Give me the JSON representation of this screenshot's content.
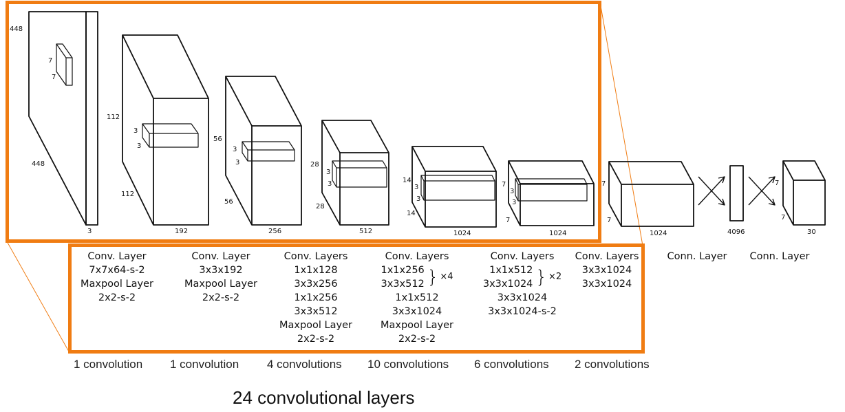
{
  "colors": {
    "highlight": "#f07c12",
    "stroke": "#111111"
  },
  "volumes": {
    "input": {
      "height": "448",
      "width": "448",
      "depth": "3",
      "kernel_h": "7",
      "kernel_w": "7"
    },
    "b1": {
      "height": "112",
      "width": "112",
      "depth": "192",
      "kernel_h": "3",
      "kernel_w": "3"
    },
    "b2": {
      "height": "56",
      "width": "56",
      "depth": "256",
      "kernel_h": "3",
      "kernel_w": "3"
    },
    "b3": {
      "height": "28",
      "width": "28",
      "depth": "512",
      "kernel_h": "3",
      "kernel_w": "3"
    },
    "b4": {
      "height": "14",
      "width": "14",
      "depth": "1024",
      "kernel_h": "3",
      "kernel_w": "3"
    },
    "b5": {
      "height": "7",
      "width": "7",
      "depth": "1024",
      "kernel_h": "3",
      "kernel_w": "3"
    },
    "b6": {
      "height": "7",
      "width": "7",
      "depth": "1024"
    },
    "fc": {
      "depth": "4096"
    },
    "out": {
      "height": "7",
      "width": "7",
      "depth": "30"
    }
  },
  "layer_labels": {
    "b1": [
      "Conv. Layer",
      "7x7x64-s-2",
      "Maxpool Layer",
      "2x2-s-2"
    ],
    "b2": [
      "Conv. Layer",
      "3x3x192",
      "Maxpool Layer",
      "2x2-s-2"
    ],
    "b3": [
      "Conv. Layers",
      "1x1x128",
      "3x3x256",
      "1x1x256",
      "3x3x512",
      "Maxpool Layer",
      "2x2-s-2"
    ],
    "b4": {
      "head": "Conv. Layers",
      "rep_a": "1x1x256",
      "rep_b": "3x3x512",
      "mult": "×4",
      "rest": [
        "1x1x512",
        "3x3x1024",
        "Maxpool Layer",
        "2x2-s-2"
      ]
    },
    "b5": {
      "head": "Conv. Layers",
      "rep_a": "1x1x512",
      "rep_b": "3x3x1024",
      "mult": "×2",
      "rest": [
        "3x3x1024",
        "3x3x1024-s-2"
      ]
    },
    "b6": [
      "Conv. Layers",
      "3x3x1024",
      "3x3x1024"
    ],
    "fc1": "Conn. Layer",
    "fc2": "Conn. Layer"
  },
  "conv_counts": [
    "1 convolution",
    "1 convolution",
    "4 convolutions",
    "10 convolutions",
    "6 convolutions",
    "2 convolutions"
  ],
  "total_label": "24 convolutional layers"
}
